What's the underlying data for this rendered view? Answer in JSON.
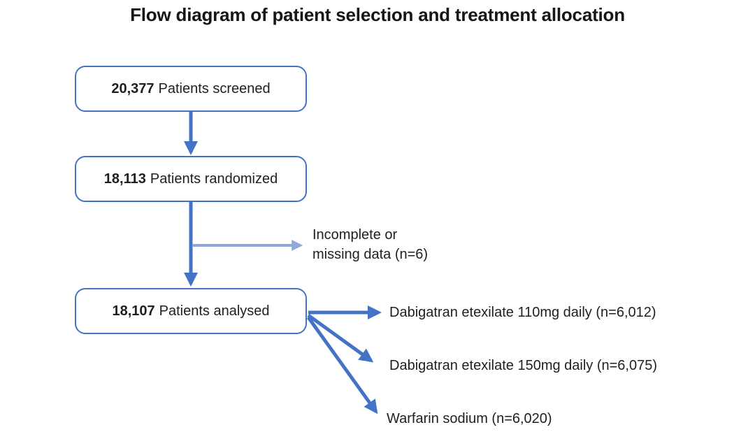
{
  "title": "Flow diagram of patient selection and treatment allocation",
  "colors": {
    "box_border": "#4472C4",
    "arrow_primary": "#4472C4",
    "arrow_secondary": "#8EAADB",
    "text": "#1f1f1f"
  },
  "nodes": [
    {
      "count": "20,377",
      "label": "Patients screened"
    },
    {
      "count": "18,113",
      "label": "Patients randomized"
    },
    {
      "count": "18,107",
      "label": "Patients analysed"
    }
  ],
  "exclusion_label": "Incomplete or missing data (n=6)",
  "allocations": [
    "Dabigatran etexilate 110mg daily (n=6,012)",
    "Dabigatran etexilate 150mg daily (n=6,075)",
    "Warfarin sodium (n=6,020)"
  ]
}
